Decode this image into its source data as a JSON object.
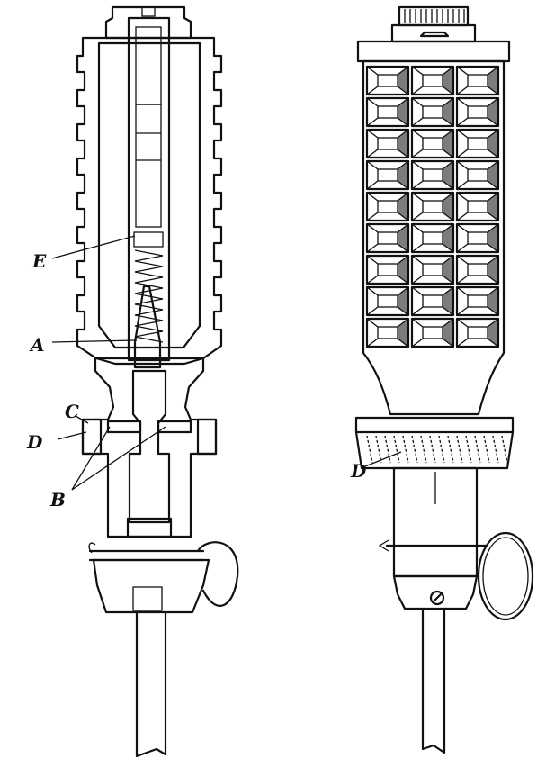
{
  "figure": {
    "left_view": "sectional",
    "right_view": "exterior"
  },
  "labels": {
    "E": "E",
    "A": "A",
    "C": "C",
    "D_left": "D",
    "B": "B",
    "D_right": "D"
  },
  "colors": {
    "ink": "#111111",
    "paper": "#ffffff"
  }
}
